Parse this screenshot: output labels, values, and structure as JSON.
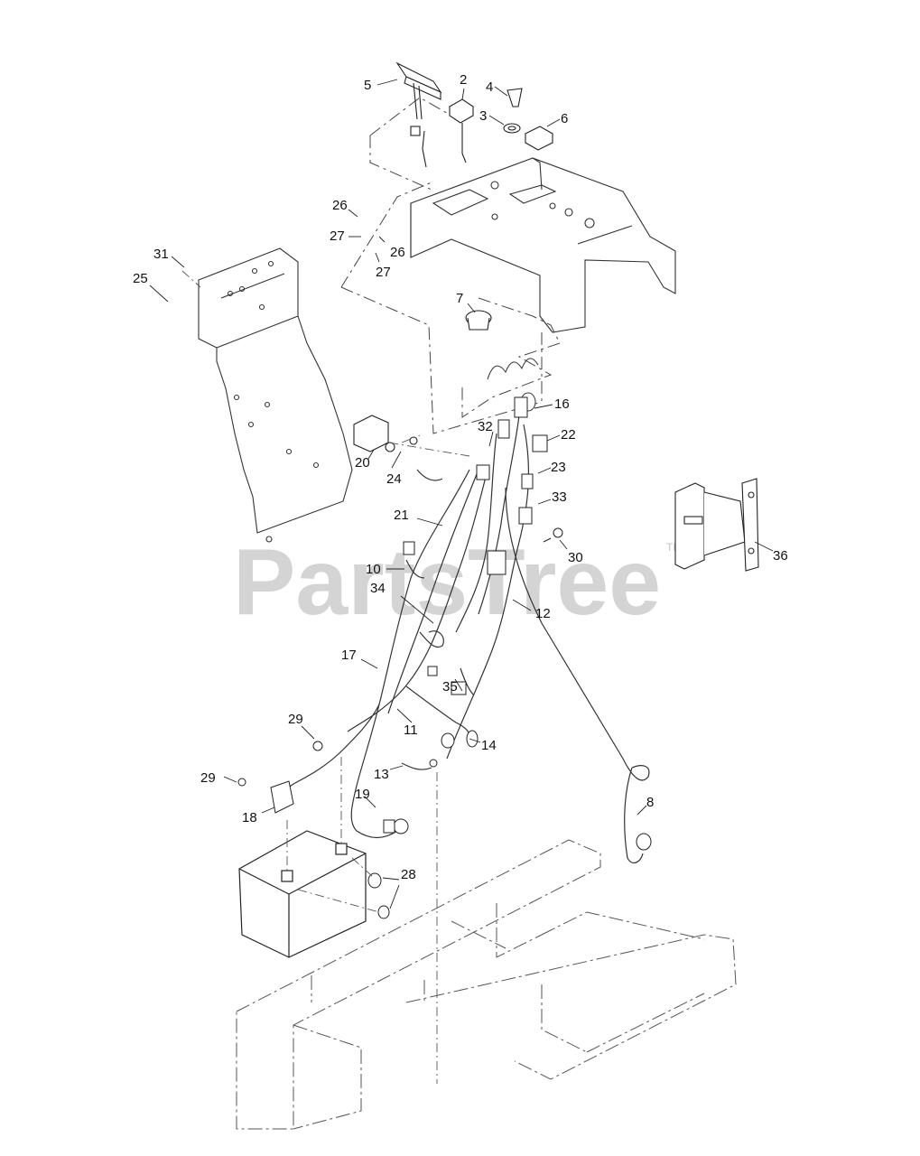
{
  "diagram": {
    "watermark": "PartsTree",
    "trademark": "TM",
    "callouts": {
      "c5": "5",
      "c2": "2",
      "c4": "4",
      "c3": "3",
      "c6": "6",
      "c26a": "26",
      "c27a": "27",
      "c26b": "26",
      "c27b": "27",
      "c31": "31",
      "c25": "25",
      "c7": "7",
      "c16": "16",
      "c32": "32",
      "c22": "22",
      "c20": "20",
      "c24": "24",
      "c23": "23",
      "c33": "33",
      "c21": "21",
      "c30": "30",
      "c36": "36",
      "c10": "10",
      "c12": "12",
      "c34": "34",
      "c17": "17",
      "c35": "35",
      "c29a": "29",
      "c11": "11",
      "c14": "14",
      "c13": "13",
      "c29b": "29",
      "c18": "18",
      "c19": "19",
      "c8": "8",
      "c28": "28"
    }
  }
}
